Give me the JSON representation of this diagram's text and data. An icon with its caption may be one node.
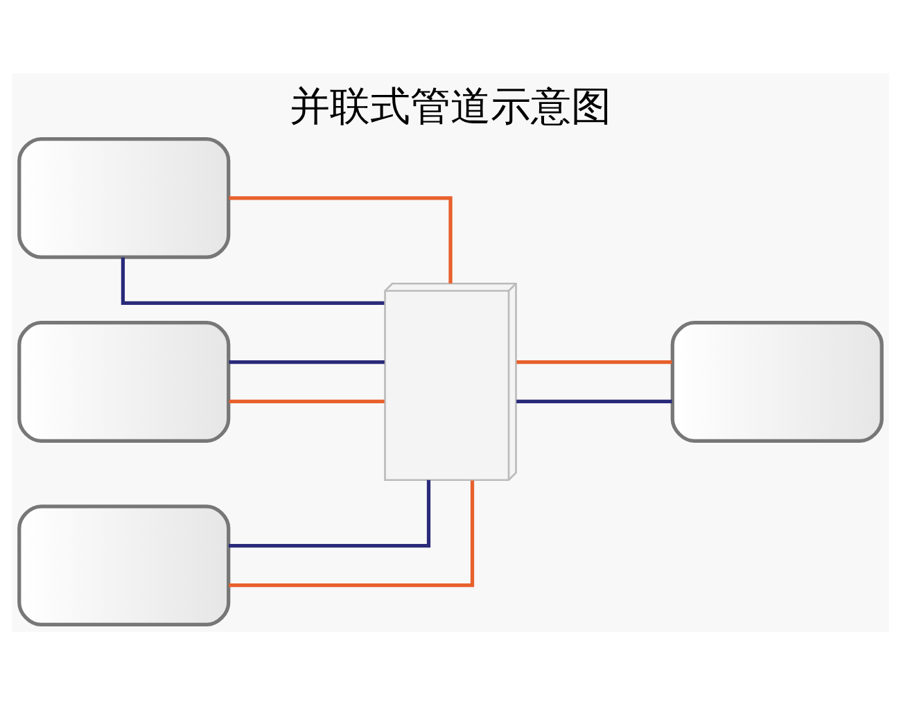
{
  "diagram": {
    "title": "并联式管道示意图",
    "nodes": [
      {
        "text": [],
        "shape": "box"
      },
      {
        "text": [],
        "shape": "box"
      },
      {
        "text": [],
        "shape": "picture"
      },
      {
        "text": [],
        "shape": "box"
      },
      {
        "text": [],
        "shape": "box"
      }
    ],
    "edges": [
      {
        "from": 2,
        "to": 0,
        "arrow": "none",
        "color": "#e8602c"
      },
      {
        "from": 2,
        "to": 1,
        "arrow": "none",
        "color": "#e8602c"
      },
      {
        "from": 2,
        "to": 3,
        "arrow": "none",
        "color": "#e8602c"
      },
      {
        "from": 2,
        "to": 4,
        "arrow": "none",
        "color": "#e8602c"
      },
      {
        "from": 0,
        "to": 2,
        "arrow": "none",
        "color": "#2a2a7a"
      },
      {
        "from": 1,
        "to": 2,
        "arrow": "none",
        "color": "#2a2a7a"
      },
      {
        "from": 3,
        "to": 2,
        "arrow": "none",
        "color": "#2a2a7a"
      },
      {
        "from": 4,
        "to": 2,
        "arrow": "none",
        "color": "#2a2a7a"
      }
    ]
  }
}
